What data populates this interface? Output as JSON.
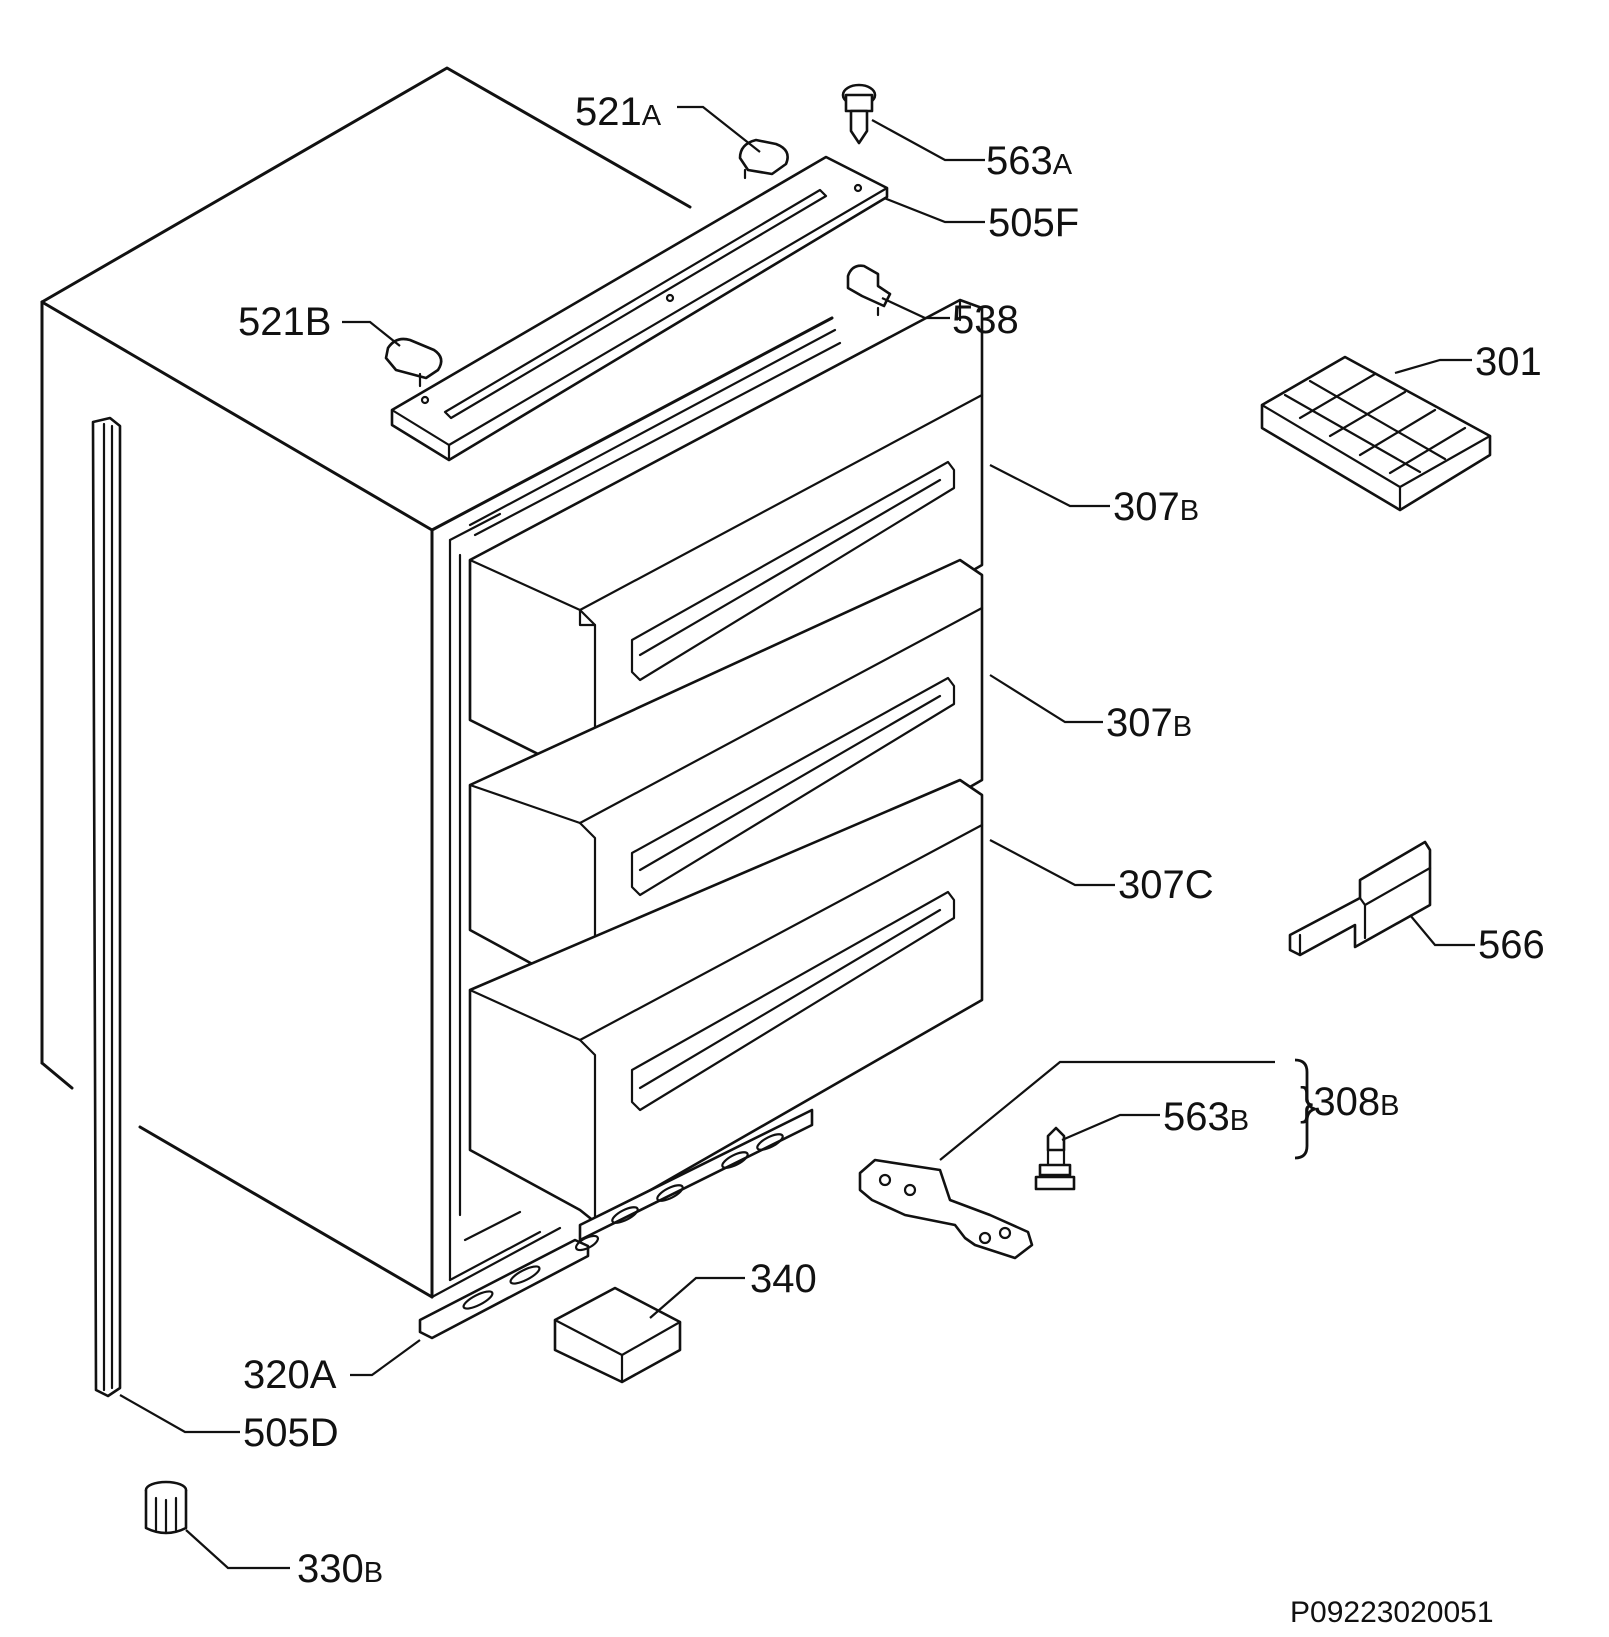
{
  "labels": [
    {
      "id": "521A",
      "main": "521",
      "suffix": "A"
    },
    {
      "id": "563A",
      "main": "563",
      "suffix": "A"
    },
    {
      "id": "505F",
      "main": "505F",
      "suffix": ""
    },
    {
      "id": "538",
      "main": "538",
      "suffix": ""
    },
    {
      "id": "521B",
      "main": "521B",
      "suffix": ""
    },
    {
      "id": "301",
      "main": "301",
      "suffix": ""
    },
    {
      "id": "307B-1",
      "main": "307",
      "suffix": "B"
    },
    {
      "id": "307B-2",
      "main": "307",
      "suffix": "B"
    },
    {
      "id": "307C",
      "main": "307C",
      "suffix": ""
    },
    {
      "id": "566",
      "main": "566",
      "suffix": ""
    },
    {
      "id": "308B",
      "main": "}308",
      "suffix": "B"
    },
    {
      "id": "563B",
      "main": "563",
      "suffix": "B"
    },
    {
      "id": "340",
      "main": "340",
      "suffix": ""
    },
    {
      "id": "320A",
      "main": "320A",
      "suffix": ""
    },
    {
      "id": "505D",
      "main": "505D",
      "suffix": ""
    },
    {
      "id": "330B",
      "main": "330",
      "suffix": "B"
    }
  ],
  "drawing_code": "P09223020051"
}
